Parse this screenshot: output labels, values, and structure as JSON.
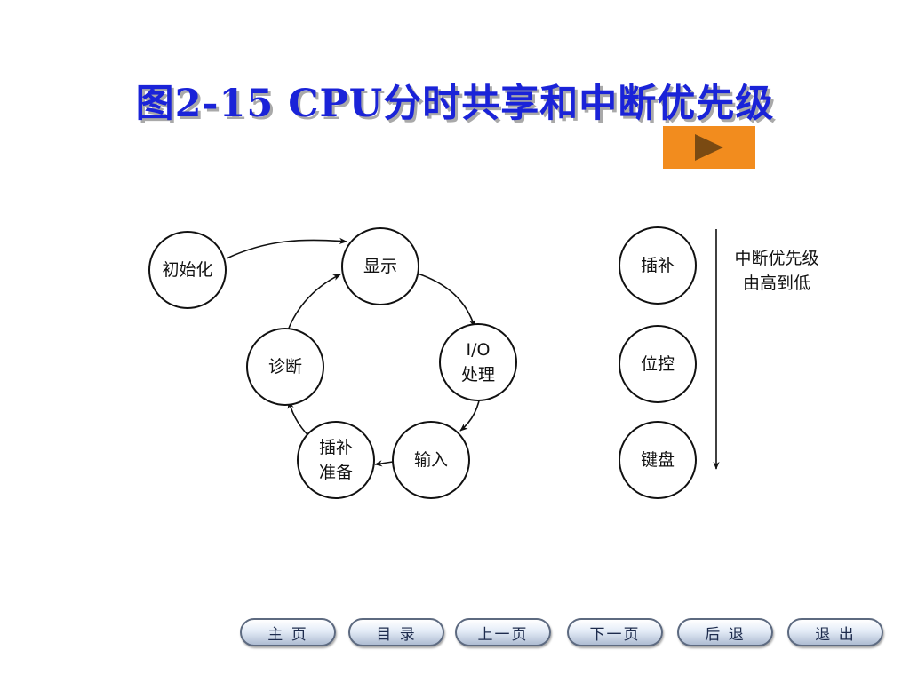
{
  "title": "图2-15  CPU分时共享和中断优先级",
  "cycle": {
    "init": "初始化",
    "display": "显示",
    "io_line1": "I/O",
    "io_line2": "处理",
    "input": "输入",
    "interp_line1": "插补",
    "interp_line2": "准备",
    "diag": "诊断"
  },
  "priority": {
    "items": [
      "插补",
      "位控",
      "键盘"
    ],
    "label_line1": "中断优先级",
    "label_line2": "由高到低"
  },
  "nav": [
    "主  页",
    "目  录",
    "上一页",
    "下一页",
    "后  退",
    "退  出"
  ]
}
